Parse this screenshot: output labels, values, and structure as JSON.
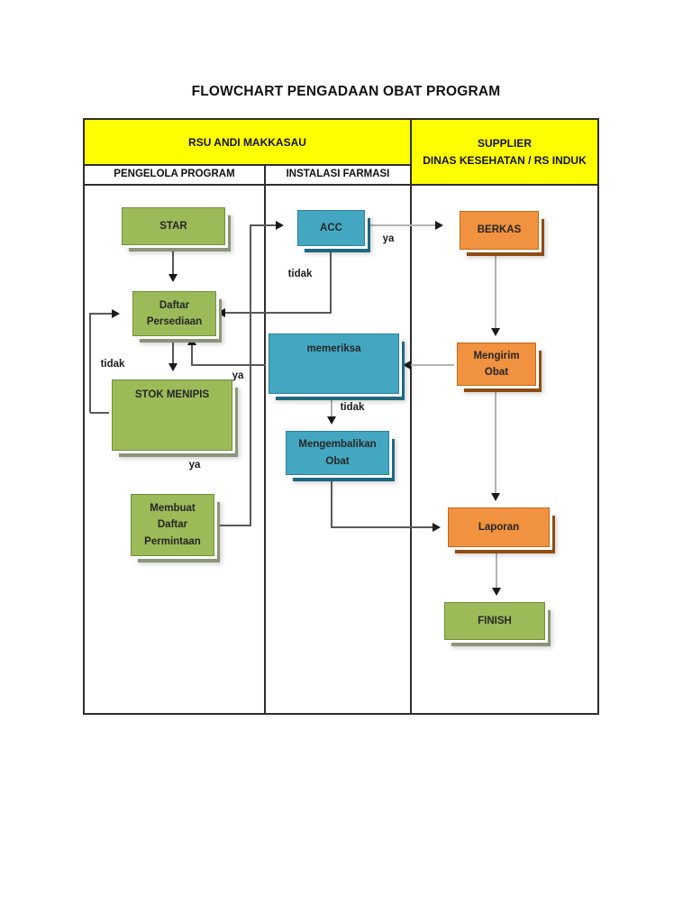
{
  "page": {
    "title": "FLOWCHART PENGADAAN OBAT PROGRAM"
  },
  "table": {
    "header_left": "RSU ANDI MAKKASAU",
    "header_right": "SUPPLIER\nDINAS KESEHATAN / RS INDUK",
    "columns": [
      "PENGELOLA PROGRAM",
      "INSTALASI FARMASI"
    ]
  },
  "colors": {
    "header_yellow": "#FFFF00",
    "node_green": "#9BBB59",
    "node_blue": "#44A7C2",
    "node_orange": "#F0923F",
    "line_dark": "#595959",
    "line_light": "#B3B3B3",
    "arrow_black": "#1A1A1A"
  },
  "flow": {
    "nodes": {
      "star": {
        "label": "STAR",
        "fill": "node_green"
      },
      "daftar_persediaan": {
        "label": "Daftar\nPersediaan",
        "fill": "node_green"
      },
      "stok_menipis": {
        "label": "STOK MENIPIS",
        "fill": "node_green"
      },
      "membuat_daftar_permintaan": {
        "label": "Membuat\nDaftar\nPermintaan",
        "fill": "node_green"
      },
      "acc": {
        "label": "ACC",
        "fill": "node_blue"
      },
      "memeriksa": {
        "label": "memeriksa",
        "fill": "node_blue"
      },
      "mengembalikan_obat": {
        "label": "Mengembalikan\nObat",
        "fill": "node_blue"
      },
      "berkas": {
        "label": "BERKAS",
        "fill": "node_orange"
      },
      "mengirim_obat": {
        "label": "Mengirim\nObat",
        "fill": "node_orange"
      },
      "laporan": {
        "label": "Laporan",
        "fill": "node_orange"
      },
      "finish": {
        "label": "FINISH",
        "fill": "node_green"
      }
    },
    "edge_labels": {
      "acc_to_berkas": "ya",
      "acc_to_daftar": "tidak",
      "stok_loop": "tidak",
      "memeriksa_to_daftar": "ya",
      "stok_to_membuat": "ya",
      "memeriksa_to_mengembalikan": "tidak"
    }
  }
}
